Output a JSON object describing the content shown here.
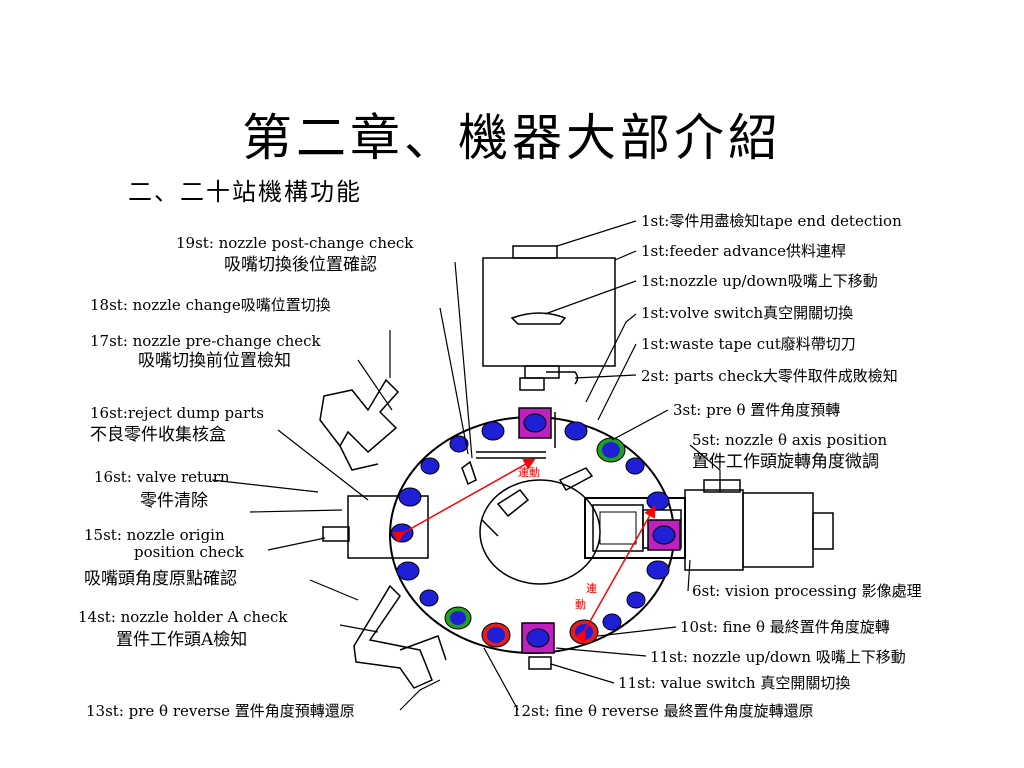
{
  "title": "第二章、機器大部介紹",
  "subtitle": "二、二十站機構功能",
  "colors": {
    "station_blue": "#1f1fd6",
    "station_green": "#22a022",
    "station_red": "#e02020",
    "station_magenta": "#c020c0",
    "arrow_red": "#ff0000",
    "line": "#000000"
  },
  "labels": {
    "st1_tape": "1st:零件用盡檢知tape end detection",
    "st1_feeder": "1st:feeder advance供料連桿",
    "st1_nozzle": "1st:nozzle up/down吸嘴上下移動",
    "st1_valve": "1st:volve switch真空開關切換",
    "st1_waste": "1st:waste tape cut廢料帶切刀",
    "st2": "2st: parts check大零件取件成敗檢知",
    "st3": "3st: pre θ 置件角度預轉",
    "st5_en": "5st: nozzle θ axis position",
    "st5_zh": "置件工作頭旋轉角度微調",
    "st6": "6st: vision processing 影像處理",
    "st10": "10st: fine θ 最終置件角度旋轉",
    "st11_nozzle": "11st: nozzle up/down 吸嘴上下移動",
    "st11_valve": "11st: value switch 真空開關切換",
    "st12": "12st: fine θ reverse 最終置件角度旋轉還原",
    "st13": "13st: pre θ reverse 置件角度預轉還原",
    "st14_en": "14st: nozzle holder A check",
    "st14_zh": "置件工作頭A檢知",
    "st15_zh": "吸嘴頭角度原點確認",
    "st15_en1": "15st: nozzle origin",
    "st15_en2": "position check",
    "st16v_en": "16st: valve return",
    "st16v_zh": "零件清除",
    "st16r_en": "16st:reject dump parts",
    "st16r_zh": "不良零件收集核盒",
    "st17_en": "17st: nozzle pre-change check",
    "st17_zh": "吸嘴切換前位置檢知",
    "st18": "18st: nozzle change吸嘴位置切換",
    "st19_en": "19st: nozzle post-change check",
    "st19_zh": "吸嘴切換後位置確認",
    "link1": "連動",
    "link2a": "連",
    "link2b": "動"
  }
}
